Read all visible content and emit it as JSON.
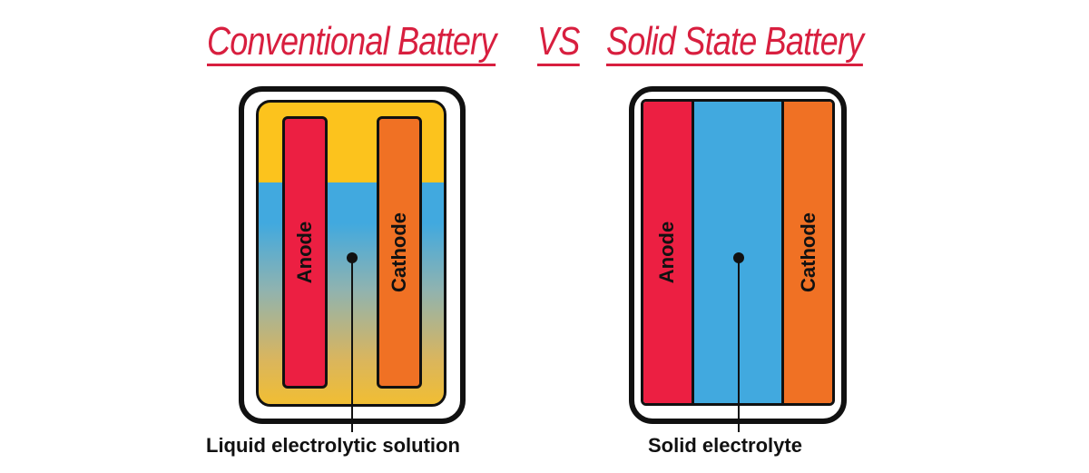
{
  "colors": {
    "title_accent": "#d81f3f",
    "anode": "#ec1f42",
    "cathode": "#f07124",
    "electrolyte_blue": "#41a9df",
    "liquid_yellow": "#fcc31d",
    "outline": "#111111"
  },
  "titles": {
    "left": "Conventional Battery",
    "vs": "VS",
    "right": "Solid State Battery"
  },
  "conventional": {
    "anode_label": "Anode",
    "cathode_label": "Cathode",
    "electrolyte_caption": "Liquid electrolytic solution"
  },
  "solid_state": {
    "anode_label": "Anode",
    "cathode_label": "Cathode",
    "electrolyte_caption": "Solid electrolyte"
  }
}
